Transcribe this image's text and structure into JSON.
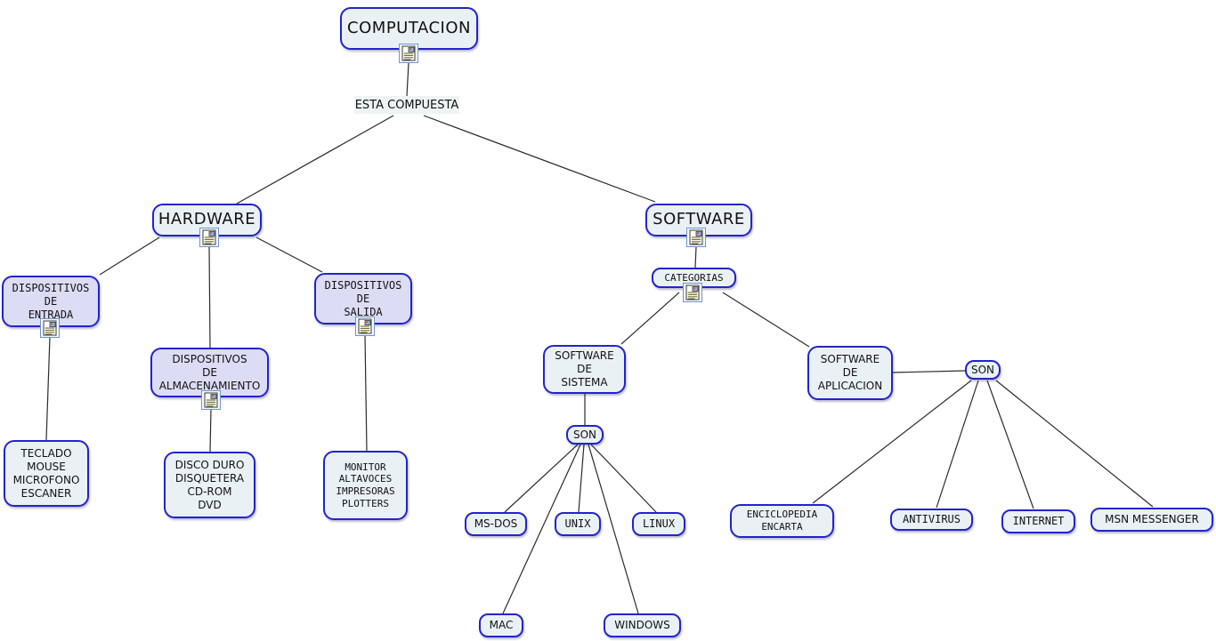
{
  "map": {
    "computacion": {
      "label": "COMPUTACION"
    },
    "esta_compuesta": {
      "label": "ESTA COMPUESTA"
    },
    "hardware": {
      "label": "HARDWARE"
    },
    "disp_entrada": {
      "label": "DISPOSITIVOS\nDE\nENTRADA"
    },
    "disp_almacenamiento": {
      "label": "DISPOSITIVOS\nDE\nALMACENAMIENTO"
    },
    "disp_salida": {
      "label": "DISPOSITIVOS\nDE\nSALIDA"
    },
    "entrada_items": {
      "label": "TECLADO\nMOUSE\nMICROFONO\nESCANER"
    },
    "almacenamiento_items": {
      "label": "DISCO DURO\nDISQUETERA\nCD-ROM\nDVD"
    },
    "salida_items": {
      "label": "MONITOR\nALTAVOCES\nIMPRESORAS\nPLOTTERS"
    },
    "software": {
      "label": "SOFTWARE"
    },
    "categorias": {
      "label": "CATEGORIAS"
    },
    "sw_sistema": {
      "label": "SOFTWARE\nDE\nSISTEMA"
    },
    "son_sistema": {
      "label": "SON"
    },
    "ms_dos": {
      "label": "MS-DOS"
    },
    "unix": {
      "label": "UNIX"
    },
    "linux": {
      "label": "LINUX"
    },
    "mac": {
      "label": "MAC"
    },
    "windows": {
      "label": "WINDOWS"
    },
    "sw_aplicacion": {
      "label": "SOFTWARE\nDE\nAPLICACION"
    },
    "son_aplicacion": {
      "label": "SON"
    },
    "enciclopedia": {
      "label": "ENCICLOPEDIA\nENCARTA"
    },
    "antivirus": {
      "label": "ANTIVIRUS"
    },
    "internet": {
      "label": "INTERNET"
    },
    "msn_messenger": {
      "label": "MSN MESSENGER"
    }
  },
  "colors": {
    "node_border": "#2323cd",
    "node_fill_light": "#eaf1f5",
    "node_fill_lavender": "#dcdcf5",
    "phrase_background": "#eef3f3",
    "edge_line": "#2b2b2b",
    "background": "#ffffff"
  },
  "icons": {
    "resource_icon": "attached-resource-icon"
  }
}
